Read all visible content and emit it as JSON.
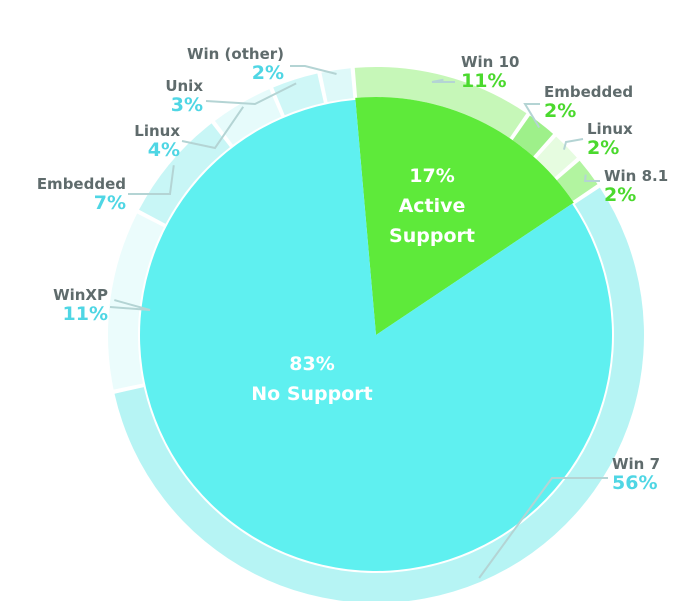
{
  "chart_data": {
    "type": "pie",
    "colors": {
      "no_support": "#5ff0f0",
      "active_support": "#5eea3a",
      "no_support_pct_text": "#4fd6e4",
      "active_support_pct_text": "#4bd92e",
      "label_text": "#5f6b6c",
      "leader": "#b4d4d4",
      "center_text": "#ffffff"
    },
    "inner": [
      {
        "group": "active",
        "value": 17,
        "pct_label": "17%",
        "label_lines": [
          "Active",
          "Support"
        ]
      },
      {
        "group": "no_support",
        "value": 83,
        "pct_label": "83%",
        "label_lines": [
          "No Support"
        ]
      }
    ],
    "outer": [
      {
        "name": "Win 10",
        "value": 11,
        "pct_label": "11%",
        "group": "active",
        "color": "#c6f7b8"
      },
      {
        "name": "Embedded",
        "value": 2,
        "pct_label": "2%",
        "group": "active",
        "color": "#9ef08a"
      },
      {
        "name": "Linux",
        "value": 2,
        "pct_label": "2%",
        "group": "active",
        "color": "#e6fce0"
      },
      {
        "name": "Win 8.1",
        "value": 2,
        "pct_label": "2%",
        "group": "active",
        "color": "#b2f4a0"
      },
      {
        "name": "Win 7",
        "value": 56,
        "pct_label": "56%",
        "group": "no_support",
        "color": "#b6f4f4"
      },
      {
        "name": "WinXP",
        "value": 11,
        "pct_label": "11%",
        "group": "no_support",
        "color": "#ebfcfc"
      },
      {
        "name": "Embedded",
        "value": 7,
        "pct_label": "7%",
        "group": "no_support",
        "color": "#c8f6f6"
      },
      {
        "name": "Linux",
        "value": 4,
        "pct_label": "4%",
        "group": "no_support",
        "color": "#e6fbfb"
      },
      {
        "name": "Unix",
        "value": 3,
        "pct_label": "3%",
        "group": "no_support",
        "color": "#cff7f7"
      },
      {
        "name": "Win (other)",
        "value": 2,
        "pct_label": "2%",
        "group": "no_support",
        "color": "#def9f9"
      }
    ]
  }
}
